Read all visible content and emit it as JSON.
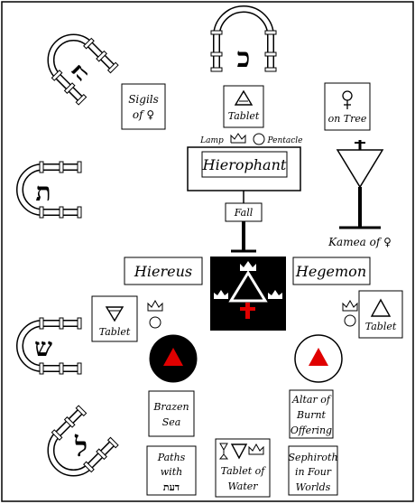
{
  "labels": {
    "sigils_line1": "Sigils",
    "sigils_line2": "of ♀",
    "tablet_top": "Tablet",
    "venus_line2": "on Tree",
    "lamp": "Lamp",
    "pentacle": "Pentacle",
    "hierophant": "Hierophant",
    "fall": "Fall",
    "kamea": "Kamea of ♀",
    "hiereus": "Hiereus",
    "hegemon": "Hegemon",
    "tablet_left": "Tablet",
    "tablet_right": "Tablet",
    "brazen_line1": "Brazen",
    "brazen_line2": "Sea",
    "altar_line1": "Altar of",
    "altar_line2": "Burnt",
    "altar_line3": "Offering",
    "paths_line1": "Paths",
    "paths_line2": "with",
    "paths_line3": "דעת",
    "water_line1": "Tablet of",
    "water_line2": "Water",
    "sephiroth_line1": "Sephiroth",
    "sephiroth_line2": "in Four",
    "sephiroth_line3": "Worlds"
  },
  "hebrew": {
    "top": "כ",
    "upper_left": "ה",
    "left_middle": "ת",
    "left_lower": "ש",
    "bottom_left": "ל"
  },
  "symbols": {
    "venus": "♀",
    "fire_triangle": "△",
    "water_triangle": "▽",
    "crown": "♛"
  },
  "colors": {
    "stroke": "#000000",
    "fill_red": "#e00000",
    "black": "#000000",
    "white": "#ffffff"
  }
}
